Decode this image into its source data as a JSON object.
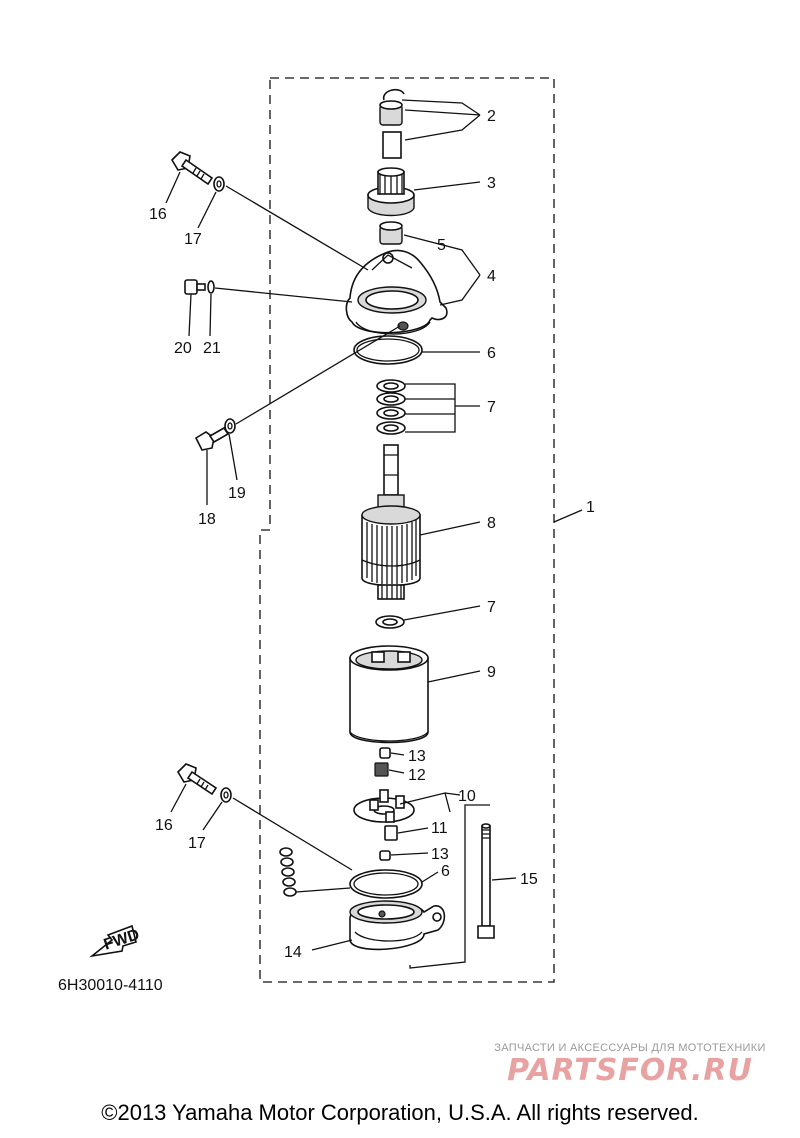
{
  "diagram": {
    "labels": {
      "n1": "1",
      "n2": "2",
      "n3": "3",
      "n4": "4",
      "n5": "5",
      "n6a": "6",
      "n6b": "6",
      "n7a": "7",
      "n7b": "7",
      "n8": "8",
      "n9": "9",
      "n10": "10",
      "n11": "11",
      "n12": "12",
      "n13a": "13",
      "n13b": "13",
      "n14": "14",
      "n15": "15",
      "n16a": "16",
      "n16b": "16",
      "n17a": "17",
      "n17b": "17",
      "n18": "18",
      "n19": "19",
      "n20": "20",
      "n21": "21"
    },
    "fwd_label": "FWD",
    "diagram_code": "6H30010-4110"
  },
  "watermark": {
    "small": "ЗАПЧАСТИ И АКСЕССУАРЫ ДЛЯ МОТОТЕХНИКИ",
    "big": "PARTSFOR.RU"
  },
  "copyright": "©2013 Yamaha Motor Corporation, U.S.A. All rights reserved."
}
